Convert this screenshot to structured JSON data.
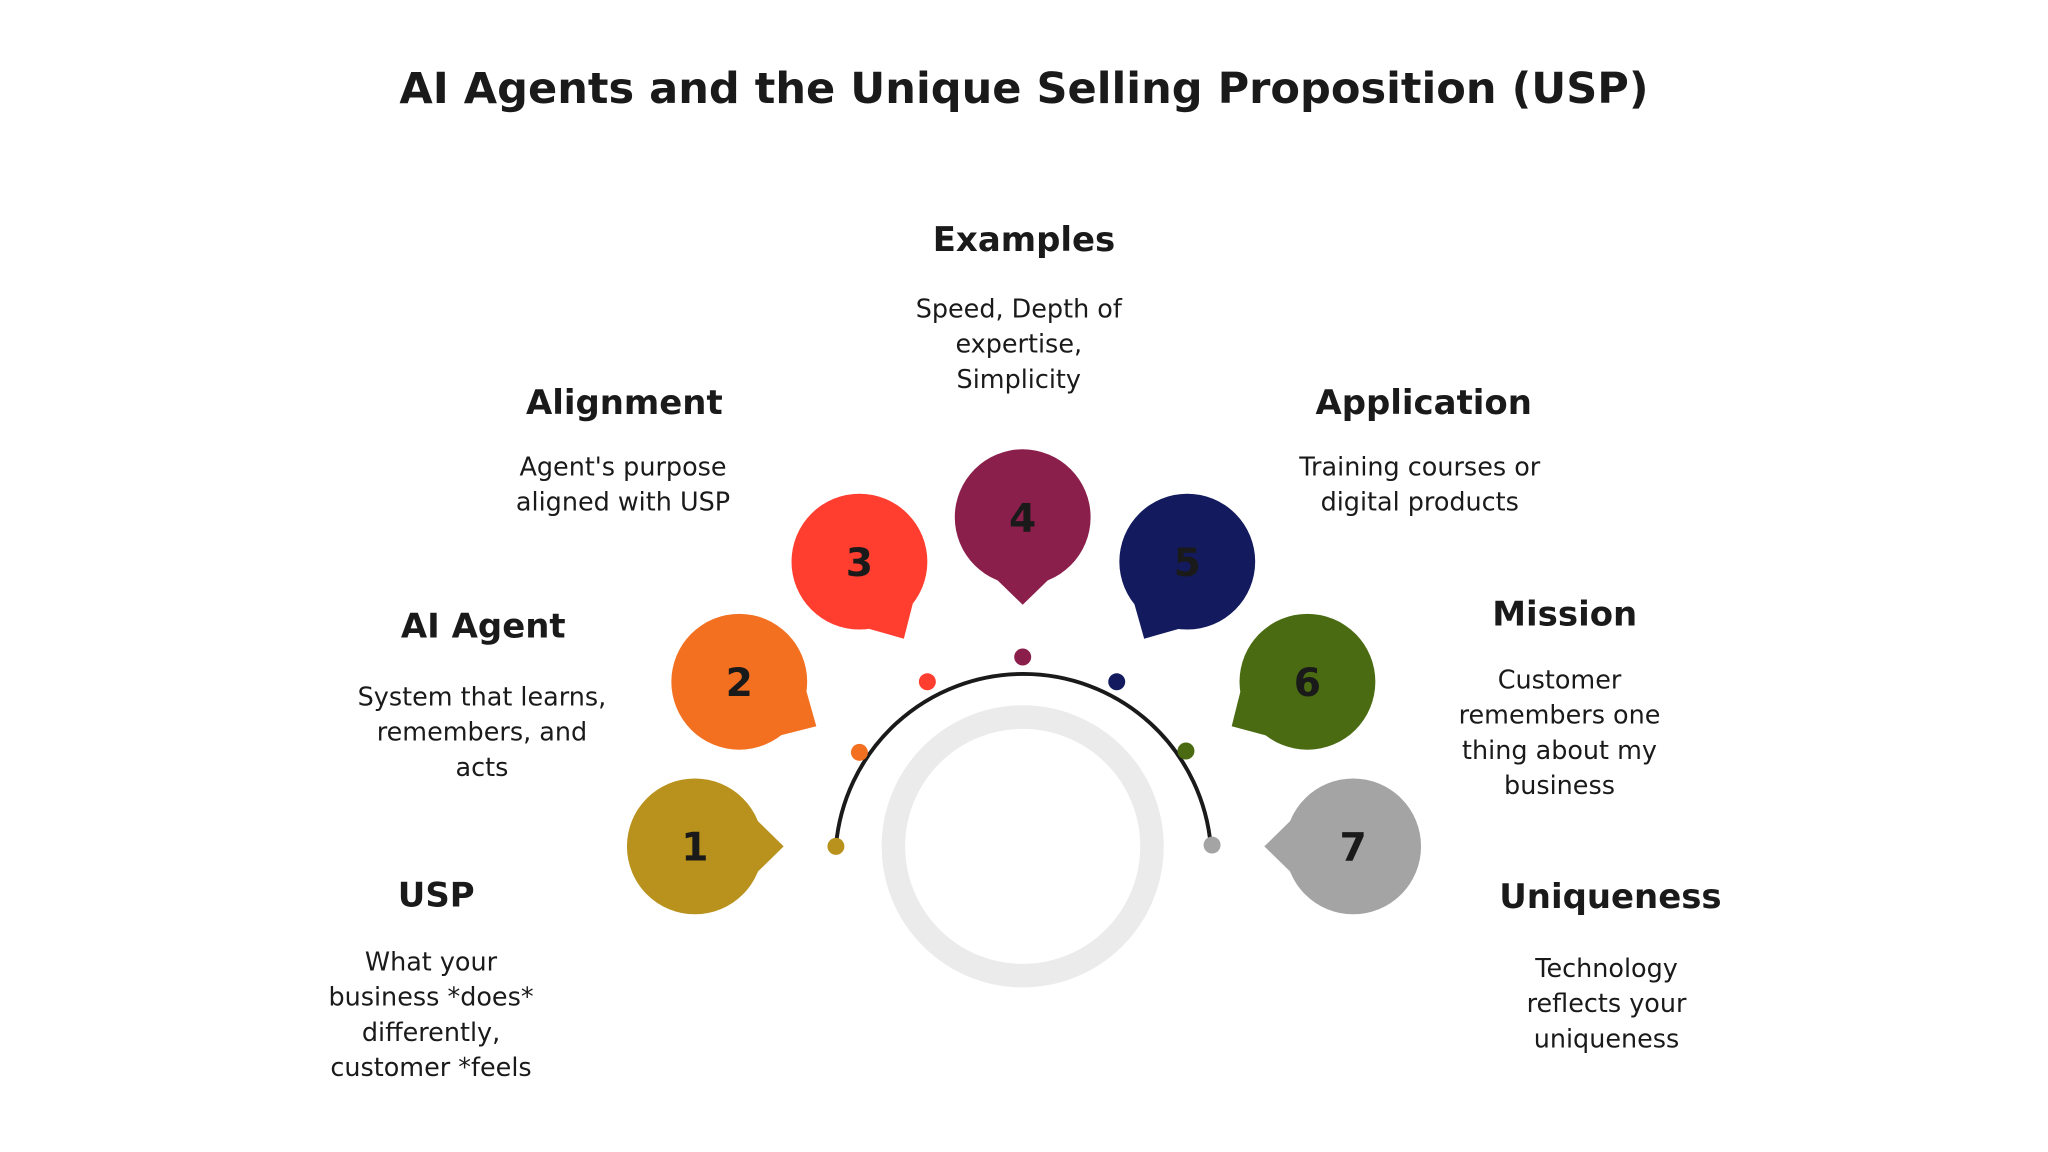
{
  "title": "AI Agents and the Unique Selling Proposition (USP)",
  "ring_color": "#ebebeb",
  "arc_color": "#1a1a1a",
  "items": [
    {
      "number": "1",
      "heading": "USP",
      "lines": [
        "What your",
        "business *does*",
        "differently,",
        "customer *feels"
      ],
      "color": "#b8921c"
    },
    {
      "number": "2",
      "heading": "AI Agent",
      "lines": [
        "System that learns,",
        "remembers, and",
        "acts"
      ],
      "color": "#f37021"
    },
    {
      "number": "3",
      "heading": "Alignment",
      "lines": [
        "Agent's purpose",
        "aligned with USP"
      ],
      "color": "#ff3e30"
    },
    {
      "number": "4",
      "heading": "Examples",
      "lines": [
        "Speed, Depth of",
        "expertise,",
        "Simplicity"
      ],
      "color": "#8b1f4b"
    },
    {
      "number": "5",
      "heading": "Application",
      "lines": [
        "Training courses or",
        "digital products"
      ],
      "color": "#131b5e"
    },
    {
      "number": "6",
      "heading": "Mission",
      "lines": [
        "Customer",
        "remembers one",
        "thing about my",
        "business"
      ],
      "color": "#4a6b12"
    },
    {
      "number": "7",
      "heading": "Uniqueness",
      "lines": [
        "Technology",
        "reflects your",
        "uniqueness"
      ],
      "color": "#a4a4a4"
    }
  ]
}
